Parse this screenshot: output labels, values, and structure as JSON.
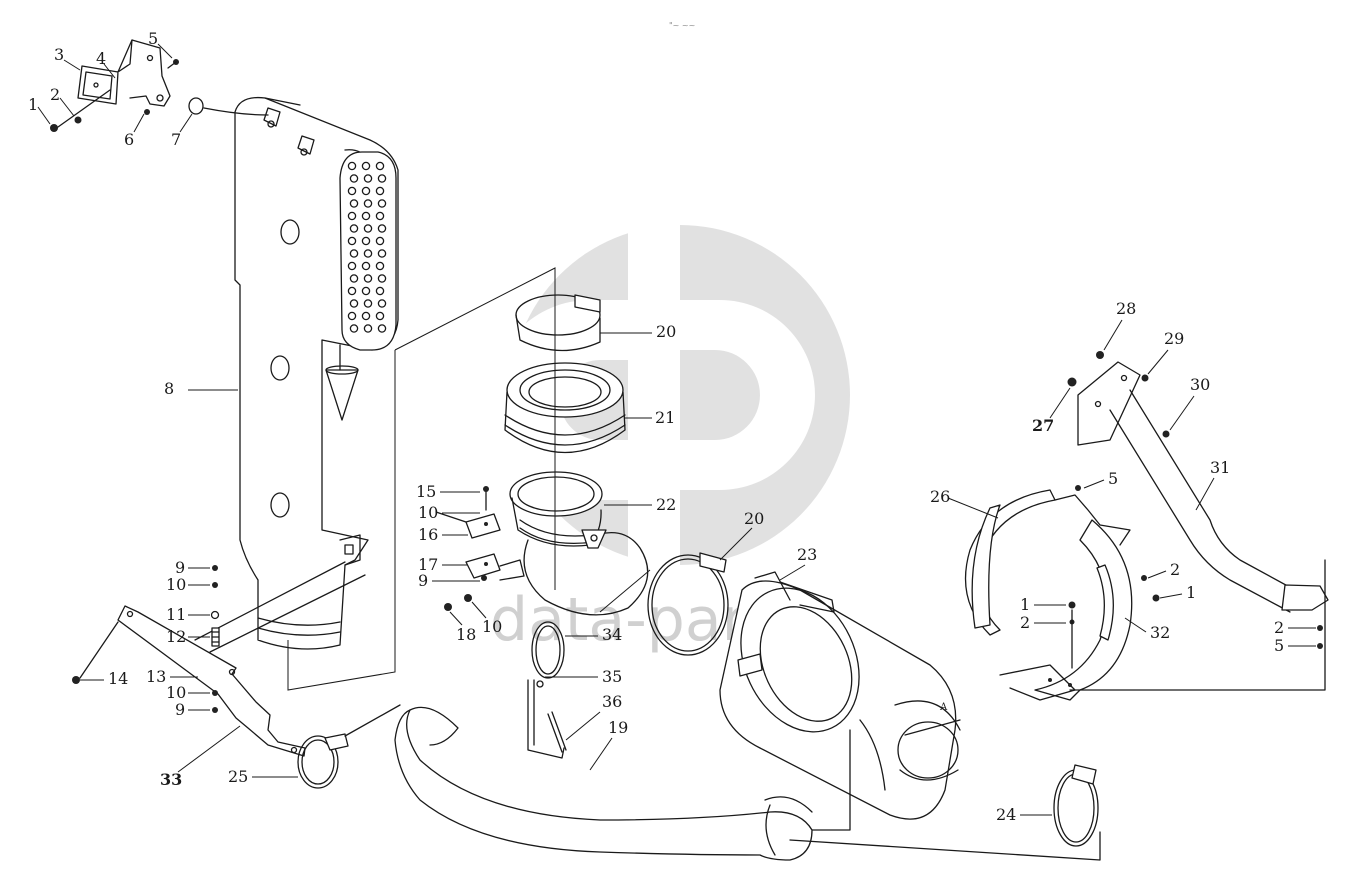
{
  "watermark": {
    "brand_text": "data-parts",
    "color": "#c8c8c8"
  },
  "header_mark": "\"~ ~~",
  "callouts": {
    "c1": "1",
    "c2": "2",
    "c3": "3",
    "c4": "4",
    "c5": "5",
    "c6": "6",
    "c7": "7",
    "c8": "8",
    "c9a": "9",
    "c10a": "10",
    "c11": "11",
    "c12": "12",
    "c13": "13",
    "c14": "14",
    "c10b": "10",
    "c9b": "9",
    "c33": "33",
    "c25": "25",
    "c15": "15",
    "c10c": "10",
    "c16": "16",
    "c17": "17",
    "c9c": "9",
    "c18": "18",
    "c10d": "10",
    "c20a": "20",
    "c21": "21",
    "c22": "22",
    "c20b": "20",
    "c23": "23",
    "c34": "34",
    "c35": "35",
    "c36": "36",
    "c19": "19",
    "c24": "24",
    "c26": "26",
    "c5b": "5",
    "c2b": "2",
    "c1b": "1",
    "c1c": "1",
    "c2c": "2",
    "c32": "32",
    "c28": "28",
    "c29": "29",
    "c27": "27",
    "c30": "30",
    "c31": "31",
    "c2d": "2",
    "c5c": "5"
  },
  "sub_marks": {
    "a_mark": "A"
  }
}
